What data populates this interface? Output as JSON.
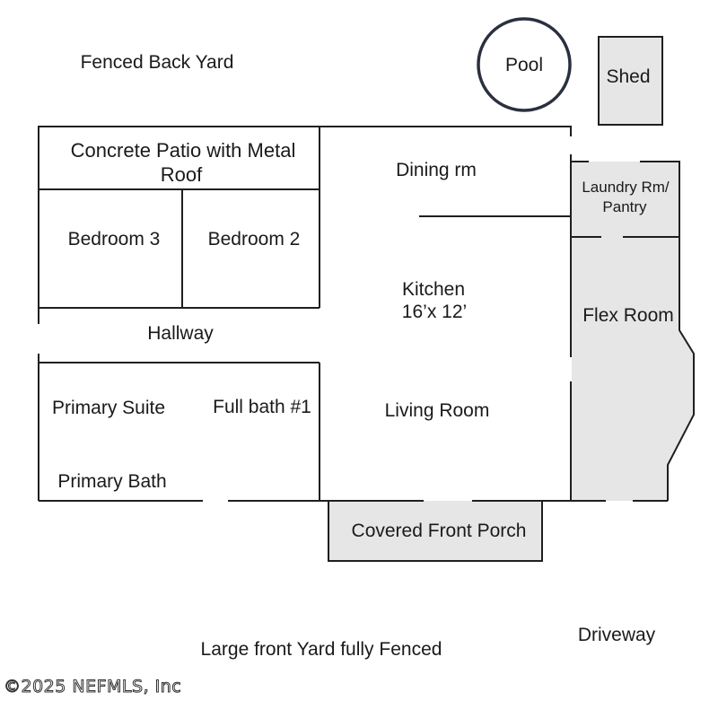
{
  "labels": {
    "fenced_back_yard": "Fenced Back Yard",
    "pool": "Pool",
    "shed": "Shed",
    "patio_line1": "Concrete Patio with Metal",
    "patio_line2": "Roof",
    "dining_rm": "Dining rm",
    "laundry_line1": "Laundry Rm/",
    "laundry_line2": "Pantry",
    "bedroom_3": "Bedroom 3",
    "bedroom_2": "Bedroom 2",
    "kitchen_line1": "Kitchen",
    "kitchen_line2": "16’x 12’",
    "flex_room": "Flex Room",
    "hallway": "Hallway",
    "primary_suite": "Primary Suite",
    "full_bath_1": "Full bath #1",
    "living_room": "Living Room",
    "primary_bath": "Primary Bath",
    "covered_front_porch": "Covered Front Porch",
    "driveway": "Driveway",
    "front_yard": "Large front Yard fully Fenced",
    "copyright": "©2025 NEFMLS, Inc"
  },
  "colors": {
    "wall": "#1f1f1f",
    "gray_fill": "#e6e6e6",
    "pool_ring": "#2b3040"
  }
}
